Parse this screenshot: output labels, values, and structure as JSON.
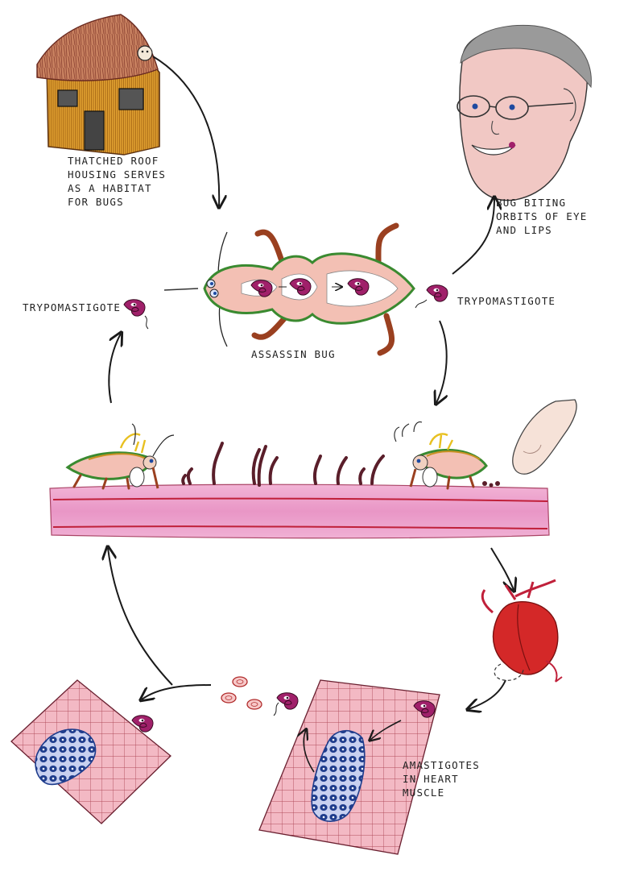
{
  "diagram": {
    "labels": {
      "house": "THATCHED ROOF\nHOUSING SERVES\nAS A HABITAT\nFOR BUGS",
      "bite": "BUG BITING\nORBITS OF EYE\nAND LIPS",
      "trypo_left": "TRYPOMASTIGOTE",
      "trypo_right": "TRYPOMASTIGOTE",
      "bug": "ASSASSIN BUG",
      "amastigotes": "AMASTIGOTES\nIN HEART\nMUSCLE"
    },
    "colors": {
      "ink": "#1a1a1a",
      "thatch": "#b5654a",
      "wall": "#e0a030",
      "skin": "#e8a0c8",
      "vessel": "#c0203a",
      "heart": "#d42828",
      "parasite": "#a0206a",
      "amastigote": "#1e3c8c",
      "muscle": "#e8a0b0",
      "bug_body": "#f0c0b0",
      "bug_legs": "#9a4020",
      "bug_rim": "#3a8a30"
    },
    "icons": [
      "house-icon",
      "face-icon",
      "assassin-bug-icon",
      "trypomastigote-icon",
      "skin-layer-icon",
      "heart-icon",
      "muscle-tissue-icon",
      "red-blood-cell-icon",
      "finger-icon"
    ]
  }
}
